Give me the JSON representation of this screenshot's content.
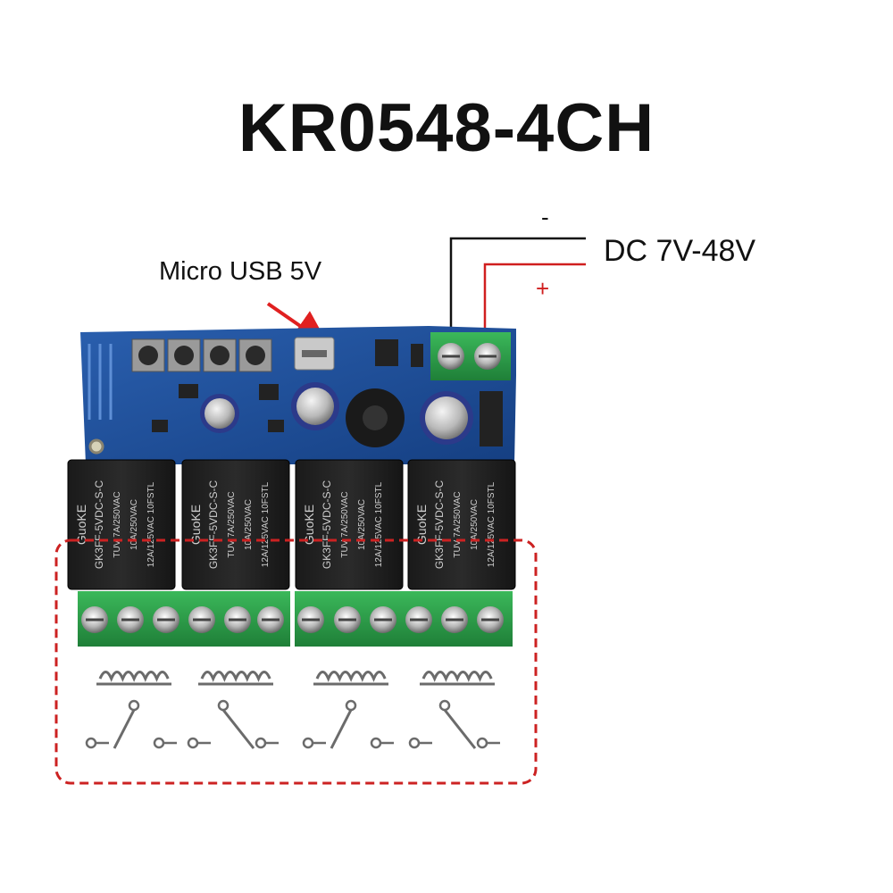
{
  "title": "KR0548-4CH",
  "labels": {
    "usb": "Micro USB 5V",
    "power": "DC 7V-48V",
    "negative": "-",
    "positive": "+"
  },
  "relays": [
    {
      "brand": "GuoKE",
      "model": "GK3FF-5VDC-S-C",
      "cert": "TUV",
      "rating1": "7A/250VAC",
      "rating2": "10A/250VAC",
      "rating3": "12A/125VAC",
      "code": "10FSTL"
    },
    {
      "brand": "GuoKE",
      "model": "GK3FF-5VDC-S-C",
      "cert": "TUV",
      "rating1": "7A/250VAC",
      "rating2": "10A/250VAC",
      "rating3": "12A/125VAC",
      "code": "10FSTL"
    },
    {
      "brand": "GuoKE",
      "model": "GK3FF-5VDC-S-C",
      "cert": "TUV",
      "rating1": "7A/250VAC",
      "rating2": "10A/250VAC",
      "rating3": "12A/125VAC",
      "code": "10FSTL"
    },
    {
      "brand": "GuoKE",
      "model": "GK3FF-5VDC-S-C",
      "cert": "TUV",
      "rating1": "7A/250VAC",
      "rating2": "10A/250VAC",
      "rating3": "12A/125VAC",
      "code": "10FSTL"
    }
  ],
  "colors": {
    "pcb": "#1f4f9a",
    "terminal": "#2fa14a",
    "highlight": "#cc2222",
    "positive_wire": "#d01f1f",
    "negative_wire": "#111111"
  }
}
